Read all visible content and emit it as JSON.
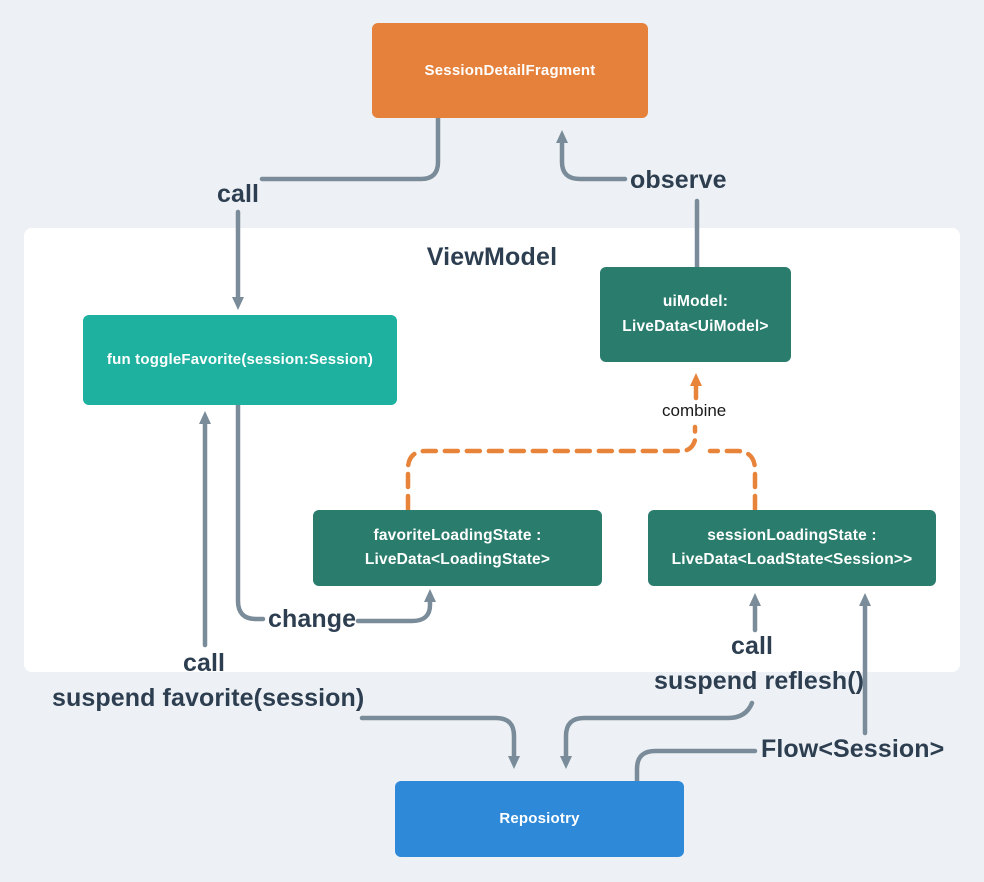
{
  "diagram": {
    "panel_title": "ViewModel",
    "nodes": {
      "fragment": {
        "label": "SessionDetailFragment"
      },
      "toggle_favorite": {
        "label": "fun toggleFavorite(session:Session)"
      },
      "ui_model": {
        "line1": "uiModel:",
        "line2": "LiveData<UiModel>"
      },
      "favorite_loading_state": {
        "line1": "favoriteLoadingState :",
        "line2": "LiveData<LoadingState>"
      },
      "session_loading_state": {
        "line1": "sessionLoadingState :",
        "line2": "LiveData<LoadState<Session>>"
      },
      "repository": {
        "label": "Reposiotry"
      }
    },
    "edge_labels": {
      "call_fragment_to_toggle": "call",
      "observe": "observe",
      "combine": "combine",
      "change": "change",
      "call_favorite": "call",
      "suspend_favorite": "suspend favorite(session)",
      "call_reflesh": "call",
      "suspend_reflesh": "suspend reflesh()",
      "flow_session": "Flow<Session>"
    },
    "colors": {
      "background": "#EDF1F5",
      "panel": "#FFFFFF",
      "fragment_orange": "#E5813B",
      "toggle_teal": "#1FB1A0",
      "livedata_green": "#2A7D6C",
      "repository_blue": "#2E8AD8",
      "connector_gray": "#7A8C99",
      "combine_dash_orange": "#E8833A",
      "label_text": "#2D3E50",
      "node_text": "#FFFFFF"
    }
  }
}
